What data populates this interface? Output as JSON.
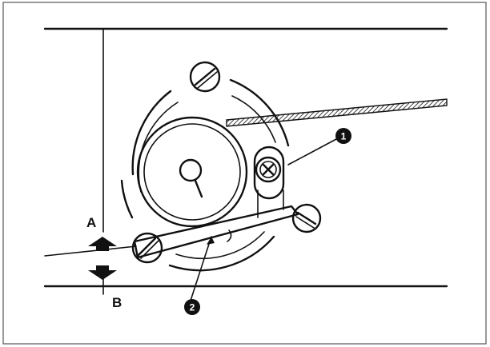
{
  "labels": {
    "a": "A",
    "b": "B"
  },
  "callouts": [
    {
      "number": "1"
    },
    {
      "number": "2"
    }
  ],
  "colors": {
    "ink": "#111111",
    "frame": "#555555",
    "background": "#ffffff"
  }
}
